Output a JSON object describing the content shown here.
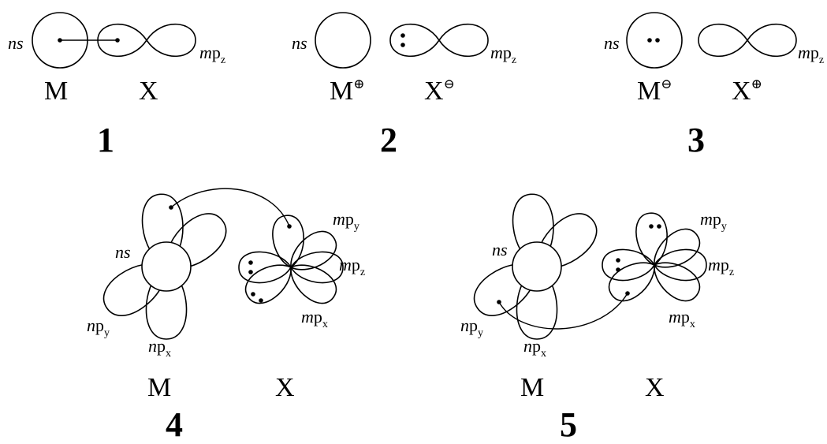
{
  "labels": {
    "ns": "ns",
    "m": "m",
    "n": "n",
    "p": "p",
    "z": "z",
    "y": "y",
    "x": "x",
    "M": "M",
    "X": "X",
    "plus": "⊕",
    "minus": "⊖"
  },
  "structures": [
    "1",
    "2",
    "3",
    "4",
    "5"
  ]
}
